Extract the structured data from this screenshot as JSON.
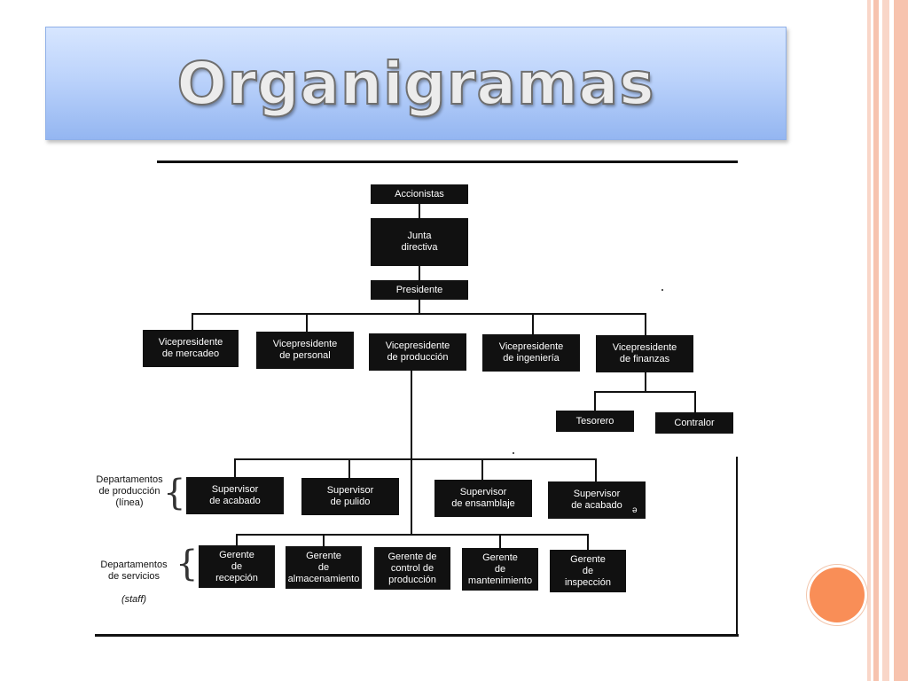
{
  "title": "Organigramas",
  "colors": {
    "banner_top": "#d7e6ff",
    "banner_bottom": "#94b6f1",
    "node_fill": "#111111",
    "node_text": "#ffffff",
    "accent_orange": "#f98e57",
    "stripe_color": "#f7c3ae"
  },
  "org_chart": {
    "top": {
      "shareholders": "Accionistas",
      "board": "Junta\ndirectiva",
      "president": "Presidente"
    },
    "vice_presidents": [
      "Vicepresidente\nde mercadeo",
      "Vicepresidente\nde personal",
      "Vicepresidente\nde producción",
      "Vicepresidente\nde ingeniería",
      "Vicepresidente\nde finanzas"
    ],
    "finance_reports": [
      "Tesorero",
      "Contralor"
    ],
    "production_supervisors": [
      "Supervisor\nde acabado",
      "Supervisor\nde pulido",
      "Supervisor\nde ensamblaje",
      "Supervisor\nde acabado"
    ],
    "service_managers": [
      "Gerente\nde\nrecepción",
      "Gerente\nde\nalmacenamiento",
      "Gerente de\ncontrol de\nproducción",
      "Gerente\nde\nmantenimiento",
      "Gerente\nde\ninspección"
    ],
    "side_labels": {
      "production_line": "Departamentos\nde producción\n(línea)",
      "services_line1": "Departamentos\nde servicios",
      "services_staff": "(staff)"
    },
    "stray_mark": "ə"
  }
}
